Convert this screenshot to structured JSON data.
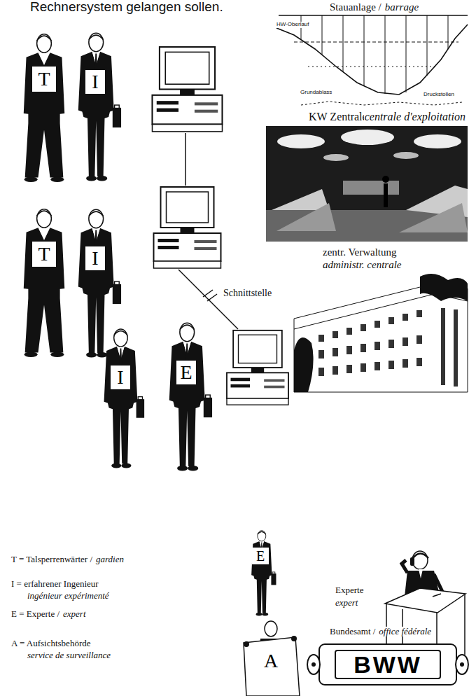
{
  "diagram": {
    "nodes": [
      {
        "text": [
          "T"
        ]
      },
      {
        "text": [
          "I"
        ]
      },
      {
        "text": [
          "T"
        ]
      },
      {
        "text": [
          "I"
        ]
      },
      {
        "text": [
          "I"
        ]
      },
      {
        "text": [
          "E"
        ]
      },
      {
        "text": [
          "E"
        ]
      },
      {
        "text": [
          "A"
        ]
      },
      {
        "text": [
          "BWW"
        ]
      }
    ],
    "labels": [
      "Rechnersystem gelangen sollen.",
      "Stauanlage /",
      "barrage",
      "HW-Oberlauf",
      "Grundablass",
      "Druckstollen",
      "KW  Zentrale /",
      "centrale d'exploitation",
      "zentr. Verwaltung",
      "administr. centrale",
      "Schnittstelle",
      "T = Talsperrenwärter /",
      "gardien",
      "I = erfahrener Ingenieur",
      "ingénieur expérimenté",
      "E = Experte /",
      "expert",
      "A = Aufsichtsbehörde",
      "service de surveillance",
      "Experte",
      "expert",
      "Bundesamt /",
      "office fédérale"
    ]
  }
}
